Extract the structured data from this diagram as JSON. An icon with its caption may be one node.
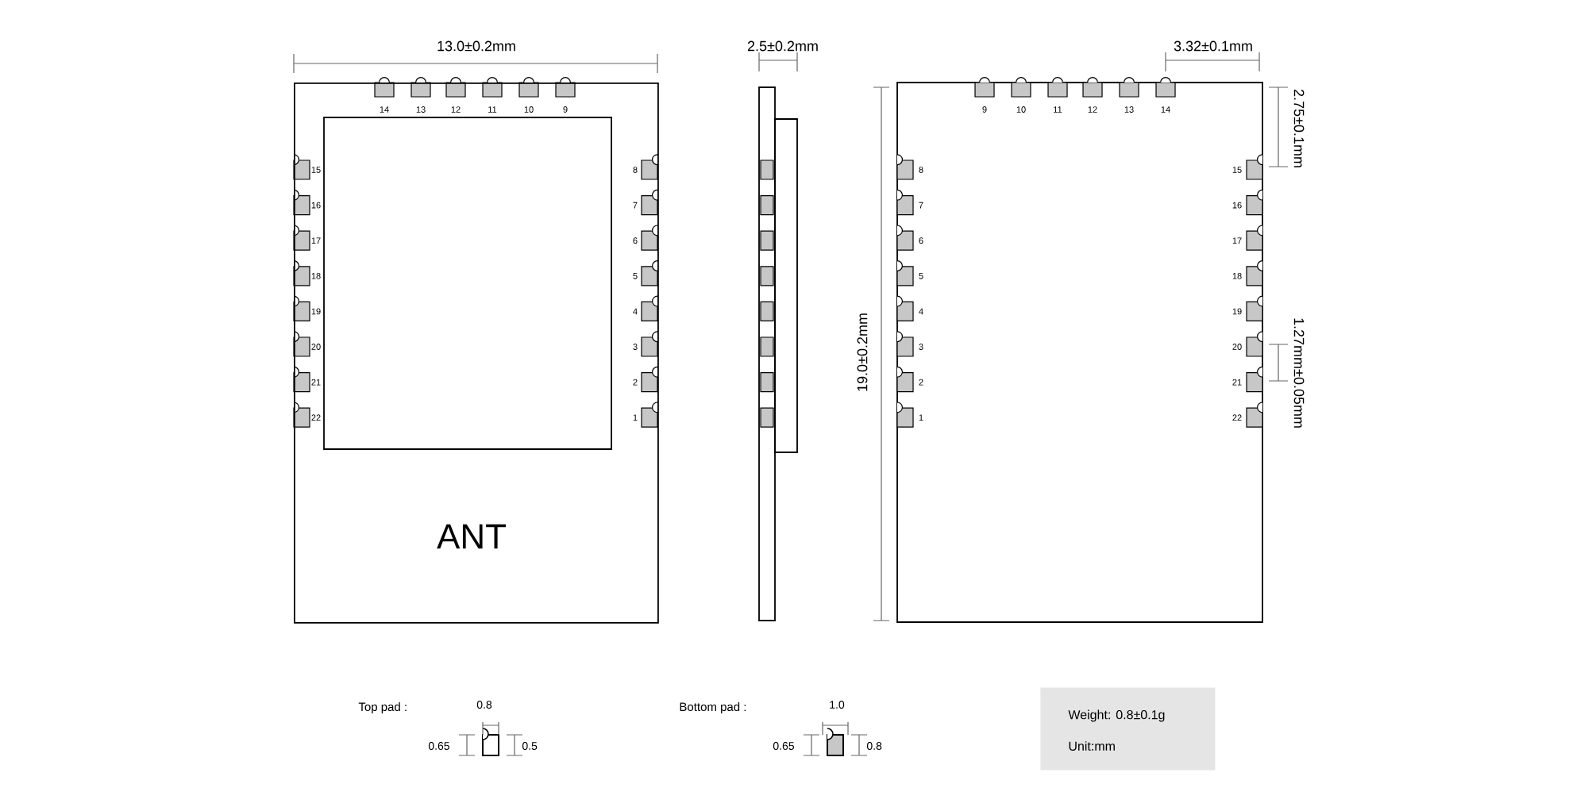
{
  "diagram": {
    "nodes": [
      {
        "text": [
          "ANT"
        ]
      },
      {
        "text": [
          "Weight: 0.8±0.1g",
          "Unit:mm"
        ]
      }
    ],
    "labels": [
      "13.0±0.2mm",
      "2.5±0.2mm",
      "3.32±0.1mm",
      "14",
      "13",
      "12",
      "11",
      "10",
      "9",
      "15",
      "16",
      "17",
      "18",
      "19",
      "20",
      "21",
      "22",
      "8",
      "7",
      "6",
      "5",
      "4",
      "3",
      "2",
      "1",
      "19.0±0.2mm",
      "9",
      "10",
      "11",
      "12",
      "13",
      "14",
      "8",
      "7",
      "6",
      "5",
      "4",
      "3",
      "2",
      "1",
      "15",
      "16",
      "17",
      "18",
      "19",
      "20",
      "21",
      "22",
      "2.75±0.1mm",
      "1.27mm±0.05mm",
      "Top pad :",
      "0.8",
      "0.65",
      "0.5",
      "Bottom pad :",
      "1.0",
      "0.65",
      "0.8"
    ]
  }
}
